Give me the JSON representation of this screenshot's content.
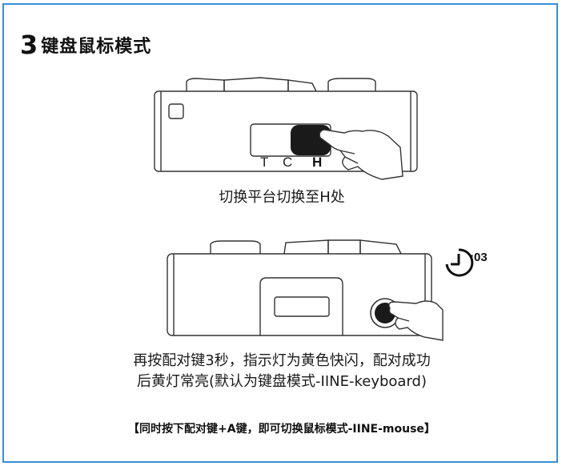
{
  "step": {
    "number": "3",
    "title": "键盘鼠标模式"
  },
  "switch": {
    "labels": [
      "T",
      "C",
      "H"
    ]
  },
  "timer": {
    "label": ":03"
  },
  "captions": {
    "first": "切换平台切换至H处",
    "second_line1": "再按配对键3秒，指示灯为黄色快闪，配对成功",
    "second_line2": "后黄灯常亮(默认为键盘模式-IINE-keyboard)"
  },
  "note": "【同时按下配对键+A键，即可切换鼠标模式-IINE-mouse】",
  "colors": {
    "frame_border": "#3a8fd6",
    "text": "#1a1a1a"
  }
}
